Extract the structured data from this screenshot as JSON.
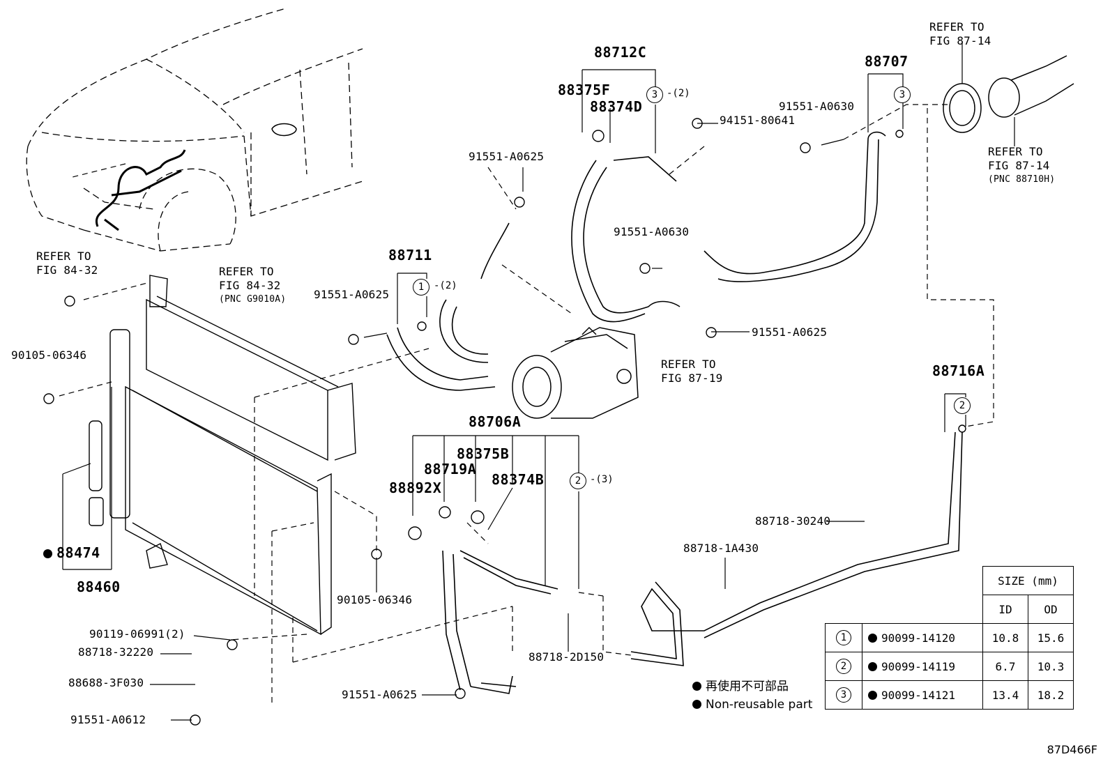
{
  "labels": {
    "p88712C": "88712C",
    "p88375F": "88375F",
    "p88374D": "88374D",
    "p88707": "88707",
    "p91551_A0630_top": "91551-A0630",
    "p94151_80641": "94151-80641",
    "p91551_A0625_top": "91551-A0625",
    "p88711": "88711",
    "p91551_A0625_left": "91551-A0625",
    "p91551_A0630_mid": "91551-A0630",
    "p91551_A0625_right": "91551-A0625",
    "p90105_06346_left": "90105-06346",
    "p88716A": "88716A",
    "p88706A": "88706A",
    "p88375B": "88375B",
    "p88719A": "88719A",
    "p88374B": "88374B",
    "p88892X": "88892X",
    "p88474": "88474",
    "p88460": "88460",
    "p90105_06346_mid": "90105-06346",
    "p88718_30240": "88718-30240",
    "p88718_1A430": "88718-1A430",
    "p90119_06991": "90119-06991(2)",
    "p88718_32220": "88718-32220",
    "p88688_3F030": "88688-3F030",
    "p91551_A0612": "91551-A0612",
    "p88718_2D150": "88718-2D150",
    "p91551_A0625_bottom": "91551-A0625"
  },
  "refs": {
    "fig87_14_top": [
      "REFER TO",
      "FIG 87-14"
    ],
    "fig87_14_right": [
      "REFER TO",
      "FIG 87-14",
      "(PNC 88710H)"
    ],
    "fig84_32_left": [
      "REFER TO",
      "FIG 84-32"
    ],
    "fig84_32_mid": [
      "REFER TO",
      "FIG 84-32",
      "(PNC G9010A)"
    ],
    "fig87_19": [
      "REFER TO",
      "FIG 87-19"
    ]
  },
  "circles": {
    "c88712C": "3",
    "c88707": "3",
    "c88711": "1",
    "c88716A": "2",
    "c88706A": "2"
  },
  "qty": {
    "q88712C": "-(2)",
    "q88711": "-(2)",
    "q88706A": "-(3)"
  },
  "size_table": {
    "header": "SIZE (mm)",
    "col_id": "ID",
    "col_od": "OD",
    "rows": [
      {
        "num": "1",
        "part": "90099-14120",
        "id": "10.8",
        "od": "15.6"
      },
      {
        "num": "2",
        "part": "90099-14119",
        "id": "6.7",
        "od": "10.3"
      },
      {
        "num": "3",
        "part": "90099-14121",
        "id": "13.4",
        "od": "18.2"
      }
    ]
  },
  "legend": {
    "line1": "再使用不可部品",
    "line2": "Non-reusable part"
  },
  "figure_code": "87D466F"
}
